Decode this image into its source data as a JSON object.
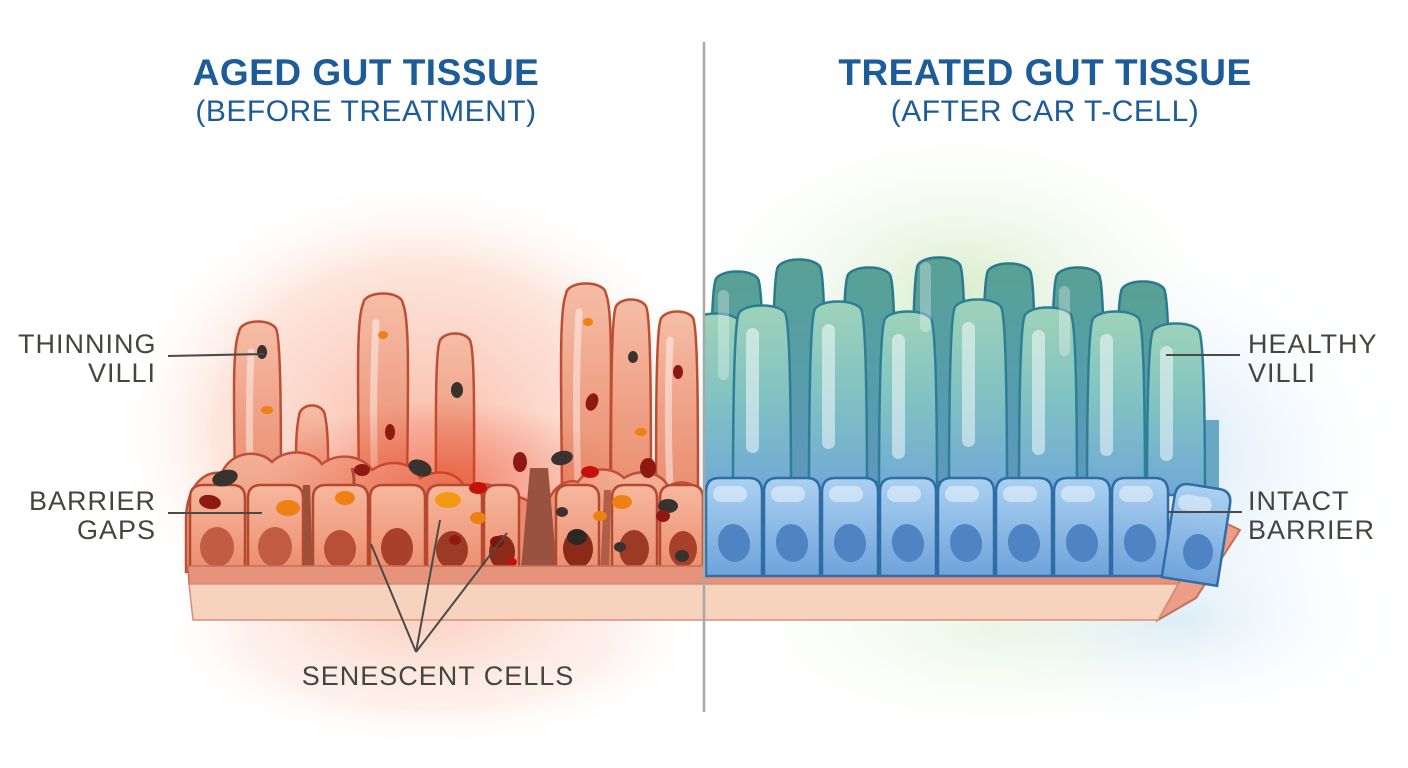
{
  "figure": {
    "kind": "before-after gut tissue comparison diagram"
  },
  "left_panel": {
    "title": "AGED GUT TISSUE",
    "subtitle": "(BEFORE TREATMENT)",
    "labels": {
      "thinning_villi": [
        "THINNING",
        "VILLI"
      ],
      "barrier_gaps": [
        "BARRIER",
        "GAPS"
      ],
      "senescent_cells": "SENESCENT CELLS"
    }
  },
  "right_panel": {
    "title": "TREATED GUT TISSUE",
    "subtitle": "(AFTER CAR T-CELL)",
    "labels": {
      "healthy_villi": [
        "HEALTHY",
        "VILLI"
      ],
      "intact_barrier": [
        "INTACT",
        "BARRIER"
      ]
    }
  },
  "colors": {
    "title_blue": "#1c5c99",
    "label_gray": "#45453f",
    "divider_gray": "#a8a8a8",
    "aged_tissue_salmon": "#efa186",
    "aged_outline": "#b5492f",
    "senescent_dark": "#352e2a",
    "senescent_red": "#8e1812",
    "senescent_orange": "#ee8113",
    "healthy_villus_teal": "#7fc0b0",
    "healthy_cell_blue": "#7fb2e2",
    "healthy_outline": "#2e7d95",
    "membrane_pink": "#f7d2bd"
  }
}
